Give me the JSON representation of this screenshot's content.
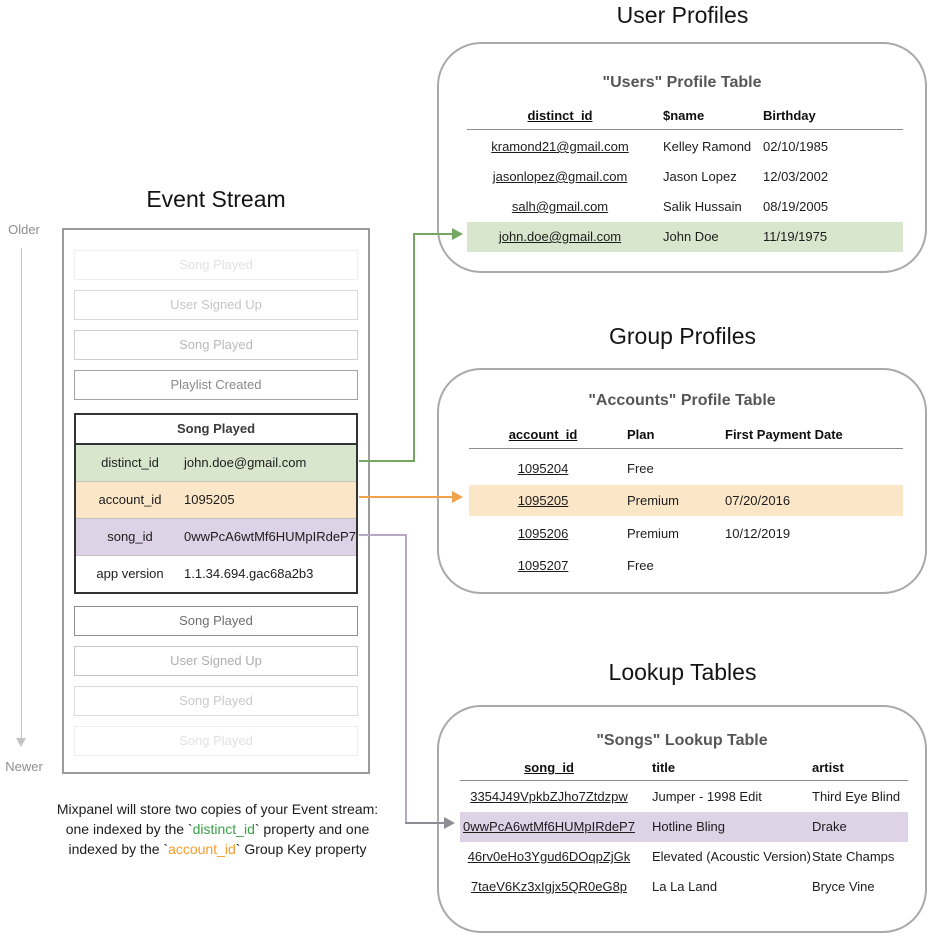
{
  "titles": {
    "event_stream": "Event Stream",
    "user_profiles": "User Profiles",
    "group_profiles": "Group Profiles",
    "lookup_tables": "Lookup Tables"
  },
  "timeline": {
    "older": "Older",
    "newer": "Newer"
  },
  "event_stream": {
    "events_before": [
      {
        "label": "Song Played"
      },
      {
        "label": "User Signed Up"
      },
      {
        "label": "Song Played"
      },
      {
        "label": "Playlist Created"
      }
    ],
    "expanded_event": {
      "title": "Song Played",
      "properties": [
        {
          "key": "distinct_id",
          "value": "john.doe@gmail.com",
          "highlight": "green"
        },
        {
          "key": "account_id",
          "value": "1095205",
          "highlight": "orange"
        },
        {
          "key": "song_id",
          "value": "0wwPcA6wtMf6HUMpIRdeP7",
          "highlight": "purple"
        },
        {
          "key": "app version",
          "value": "1.1.34.694.gac68a2b3",
          "highlight": "none"
        }
      ]
    },
    "events_after": [
      {
        "label": "Song Played"
      },
      {
        "label": "User Signed Up"
      },
      {
        "label": "Song Played"
      },
      {
        "label": "Song Played"
      }
    ]
  },
  "users_table": {
    "title": "\"Users\" Profile Table",
    "columns": [
      "distinct_id",
      "$name",
      "Birthday"
    ],
    "rows": [
      [
        "kramond21@gmail.com",
        "Kelley Ramond",
        "02/10/1985"
      ],
      [
        "jasonlopez@gmail.com",
        "Jason Lopez",
        "12/03/2002"
      ],
      [
        "salh@gmail.com",
        "Salik Hussain",
        "08/19/2005"
      ],
      [
        "john.doe@gmail.com",
        "John Doe",
        "11/19/1975"
      ]
    ],
    "highlighted_row_index": 3
  },
  "accounts_table": {
    "title": "\"Accounts\" Profile Table",
    "columns": [
      "account_id",
      "Plan",
      "First Payment Date"
    ],
    "rows": [
      [
        "1095204",
        "Free",
        ""
      ],
      [
        "1095205",
        "Premium",
        "07/20/2016"
      ],
      [
        "1095206",
        "Premium",
        "10/12/2019"
      ],
      [
        "1095207",
        "Free",
        ""
      ]
    ],
    "highlighted_row_index": 1
  },
  "songs_table": {
    "title": "\"Songs\" Lookup Table",
    "columns": [
      "song_id",
      "title",
      "artist"
    ],
    "rows": [
      [
        "3354J49VpkbZJho7Ztdzpw",
        "Jumper - 1998 Edit",
        "Third Eye Blind"
      ],
      [
        "0wwPcA6wtMf6HUMpIRdeP7",
        "Hotline Bling",
        "Drake"
      ],
      [
        "46rv0eHo3Ygud6DOqpZjGk",
        "Elevated (Acoustic Version)",
        "State Champs"
      ],
      [
        "7taeV6Kz3xIgjx5QR0eG8p",
        "La La Land",
        "Bryce Vine"
      ]
    ],
    "highlighted_row_index": 1
  },
  "caption": {
    "l1": "Mixpanel will store two copies of your Event stream:",
    "l2a": "one indexed by the `",
    "l2b": "distinct_id",
    "l2c": "` property and one",
    "l3a": "indexed by the `",
    "l3b": "account_id",
    "l3c": "` Group Key property"
  },
  "colors": {
    "green_highlight": "#d8e6ce",
    "orange_highlight": "#fce6c8",
    "purple_highlight": "#ded2e6",
    "green_arrow": "#74a862",
    "orange_arrow": "#f0a24c",
    "purple_arrow": "#b7a8c6",
    "gray_arrow": "#8d8d94",
    "code_green": "#38a047",
    "code_orange": "#f59d29"
  }
}
